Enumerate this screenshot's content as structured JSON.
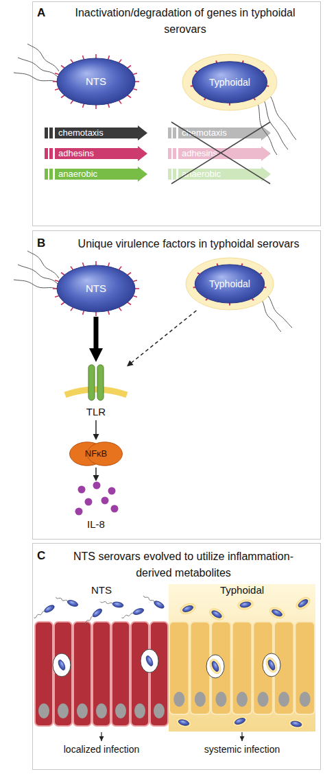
{
  "diagram": {
    "nodes": [
      {
        "text": [
          "NTS"
        ]
      },
      {
        "text": [
          "Typhoidal"
        ]
      },
      {
        "text": [
          "chemotaxis"
        ]
      },
      {
        "text": [
          "adhesins"
        ]
      },
      {
        "text": [
          "anaerobic"
        ]
      },
      {
        "text": [
          "chemotaxis"
        ]
      },
      {
        "text": [
          "adhesins"
        ]
      },
      {
        "text": [
          "anaerobic"
        ]
      },
      {
        "text": [
          "NTS"
        ]
      },
      {
        "text": [
          "Typhoidal"
        ]
      },
      {
        "text": [
          "TLR"
        ]
      },
      {
        "text": [
          "NFκB"
        ]
      },
      {
        "text": [
          "IL-8"
        ]
      },
      {
        "text": [
          "NTS"
        ]
      },
      {
        "text": [
          "Typhoidal"
        ]
      }
    ],
    "edges": [
      {
        "from": 8,
        "to": 10,
        "arrow": "to"
      },
      {
        "from": 9,
        "to": 10,
        "arrow": "to"
      },
      {
        "from": 10,
        "to": 11,
        "arrow": "to"
      },
      {
        "from": 11,
        "to": 12,
        "arrow": "to"
      }
    ],
    "labels": [
      "A",
      "Inactivation/degradation of genes in typhoidal serovars",
      "B",
      "Unique virulence factors in typhoidal serovars",
      "C",
      "NTS serovars evolved to utilize inflammation-derived metabolites",
      "localized infection",
      "systemic infection"
    ]
  }
}
